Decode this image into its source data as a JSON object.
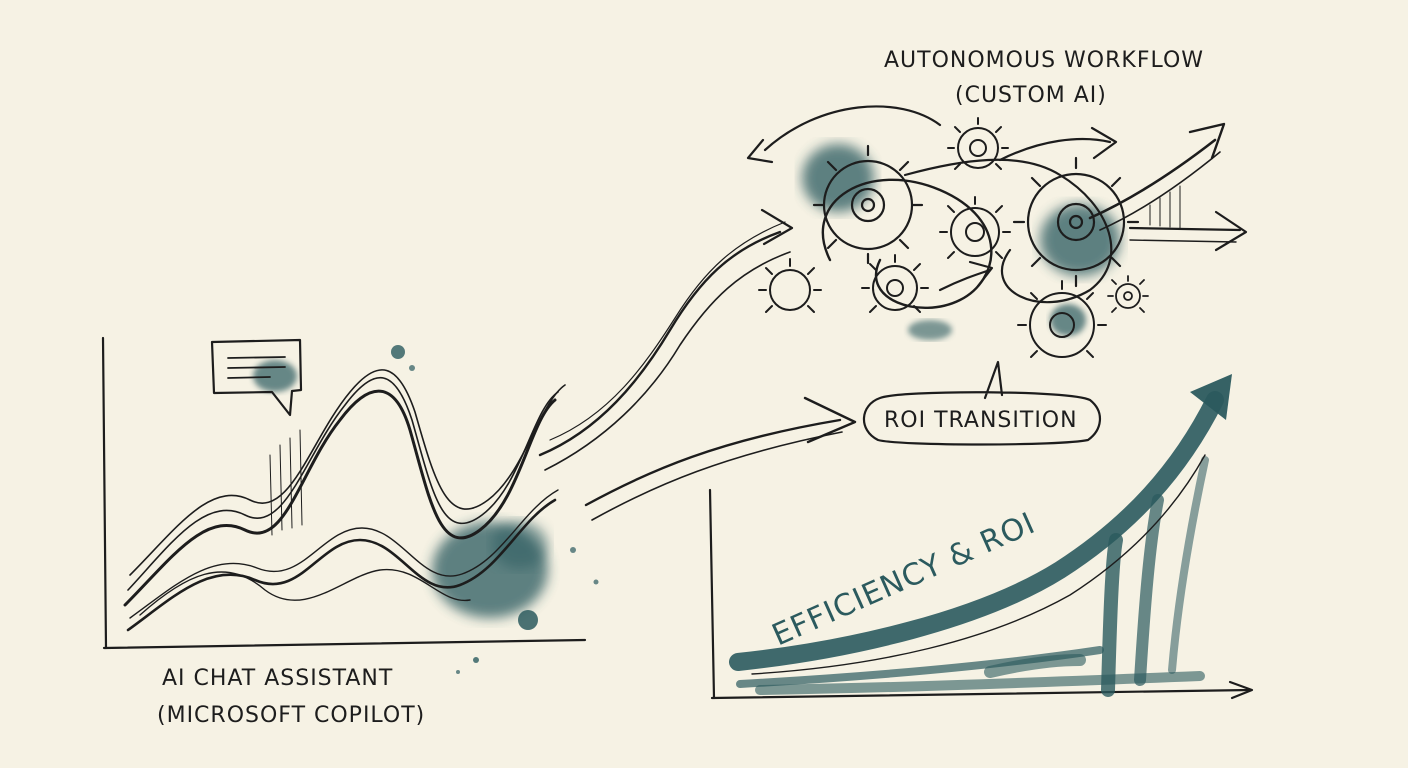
{
  "labels": {
    "autonomous_line1": "AUTONOMOUS WORKFLOW",
    "autonomous_line2": "(CUSTOM AI)",
    "roi_transition": "ROI TRANSITION",
    "efficiency": "EFFICIENCY & ROI",
    "chat_line1": "AI CHAT ASSISTANT",
    "chat_line2": "(MICROSOFT COPILOT)"
  },
  "colors": {
    "paper": "#f6f2e4",
    "ink": "#1d1d1d",
    "teal_wash": "#2b5a5e"
  },
  "icons": [
    "speech-bubble-icon",
    "gear-icon",
    "arrow-icon"
  ]
}
